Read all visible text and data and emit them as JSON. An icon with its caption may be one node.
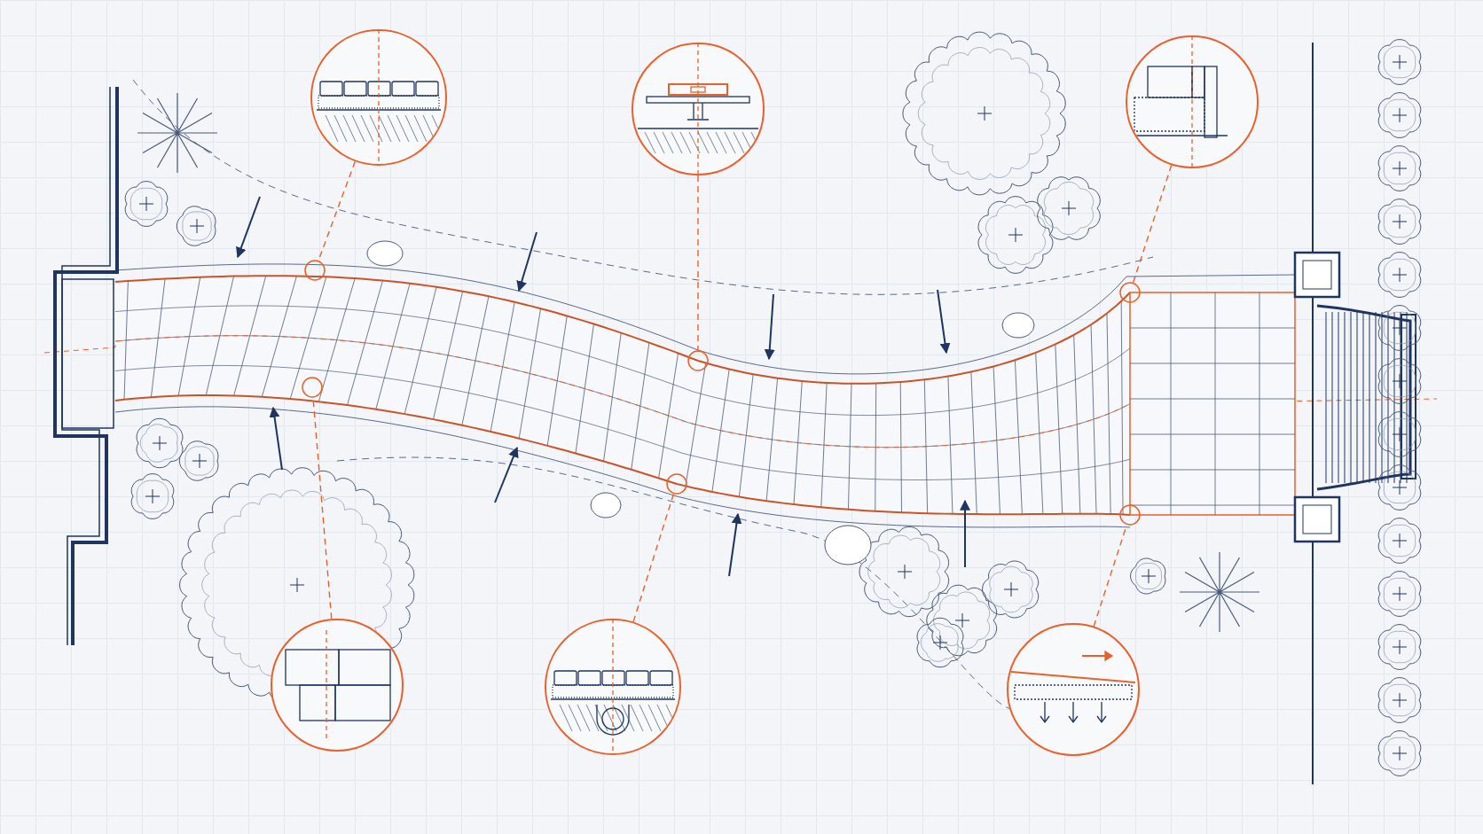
{
  "diagram": {
    "nodes": [
      {
        "text": [],
        "shape": "picture"
      },
      {
        "text": [],
        "shape": "picture"
      },
      {
        "text": [],
        "shape": "picture"
      },
      {
        "text": [],
        "shape": "circle"
      },
      {
        "text": [],
        "shape": "circle"
      },
      {
        "text": [],
        "shape": "circle"
      },
      {
        "text": [],
        "shape": "circle"
      },
      {
        "text": [],
        "shape": "circle"
      },
      {
        "text": [],
        "shape": "circle"
      },
      {
        "text": [],
        "shape": "picture"
      },
      {
        "text": [],
        "shape": "picture"
      },
      {
        "text": [],
        "shape": "picture"
      }
    ],
    "edges": [
      {
        "from": 0,
        "to": 3,
        "arrow": "none",
        "style": "dashed"
      },
      {
        "from": 1,
        "to": 5,
        "arrow": "none",
        "style": "dashed"
      },
      {
        "from": 2,
        "to": 4,
        "arrow": "none",
        "style": "dashed"
      },
      {
        "from": 9,
        "to": 6,
        "arrow": "none",
        "style": "dashed"
      },
      {
        "from": 10,
        "to": 8,
        "arrow": "none",
        "style": "dashed"
      },
      {
        "from": 11,
        "to": 7,
        "arrow": "none",
        "style": "dashed"
      }
    ]
  }
}
